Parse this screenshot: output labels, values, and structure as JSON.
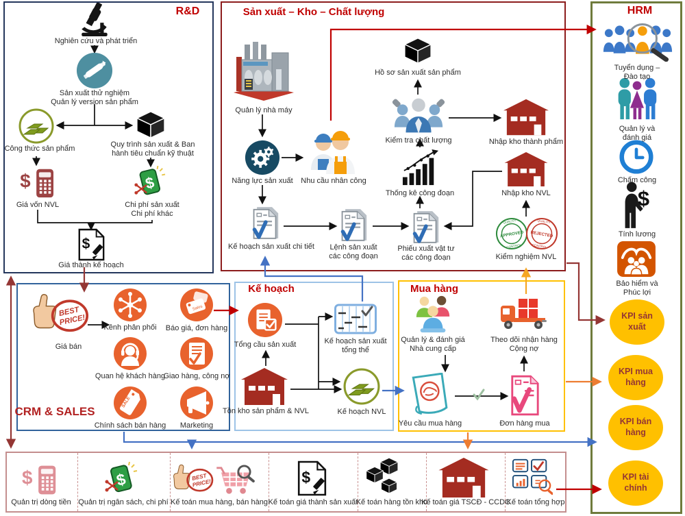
{
  "diagram": {
    "rd": {
      "title": "R&D",
      "nodes": {
        "research": "Nghiên cứu và phát triển",
        "trial": "Sản xuất thử nghiệm\nQuản lý version sản phẩm",
        "formula": "Công thức sản phẩm",
        "process": "Quy trình sản xuất & Ban\nhành tiêu chuẩn kỹ thuật",
        "material_cost": "Giá vốn NVL",
        "production_cost": "Chi phí sản xuất\nChi phí khác",
        "planned_cost": "Giá thành kế hoạch"
      }
    },
    "production": {
      "title": "Sản xuất – Kho – Chất lượng",
      "nodes": {
        "factory": "Quản lý nhà máy",
        "capacity": "Năng lực sản xuất",
        "labor": "Nhu cầu nhân công",
        "detail_plan": "Kế hoạch sản xuất chi tiết",
        "work_order": "Lệnh sản xuất\ncác công đoạn",
        "material_issue": "Phiếu xuất vật tư\ncác công đoạn",
        "stage_stats": "Thống kê công đoạn",
        "quality_check": "Kiểm tra chất lượng",
        "dossier": "Hồ sơ sản xuất sản phẩm",
        "fg_receipt": "Nhập kho thành phẩm",
        "nvl_receipt": "Nhập kho NVL",
        "nvl_test": "Kiểm nghiệm NVL"
      }
    },
    "hrm": {
      "title": "HRM",
      "items": [
        "Tuyển dụng – Đào tạo",
        "Quản lý và đánh giá",
        "Chấm công",
        "Tính lương",
        "Bảo hiểm và Phúc lợi"
      ]
    },
    "crm": {
      "title": "CRM & SALES",
      "nodes": {
        "price": "Giá bán",
        "channel": "Kênh phân phối",
        "quote": "Báo giá, đơn hàng",
        "relationship": "Quan hệ khách hàng",
        "delivery": "Giao hàng, công nợ",
        "policy": "Chính sách bán hàng",
        "marketing": "Marketing"
      }
    },
    "planning": {
      "title": "Kế hoạch",
      "nodes": {
        "demand": "Tổng cầu sản xuất",
        "master_plan": "Kế hoạch sản xuất\ntổng thể",
        "inventory": "Tồn kho sản phẩm & NVL",
        "nvl_plan": "Kế hoạch NVL"
      }
    },
    "purchasing": {
      "title": "Mua hàng",
      "nodes": {
        "supplier": "Quản lý & đánh giá\nNhà cung cấp",
        "receiving": "Theo dõi nhận hàng\nCộng nợ",
        "request": "Yêu cầu mua hàng",
        "purchase_order": "Đơn hàng mua"
      }
    },
    "kpi": {
      "items": [
        "KPI  sản\nxuất",
        "KPI  mua\nhàng",
        "KPI bán\nhàng",
        "KPI tài\nchính"
      ]
    },
    "finance": {
      "items": [
        "Quản trị dòng tiền",
        "Quản trị ngân sách, chi phí",
        "Kế toán mua hàng, bán hàng",
        "Kế toán giá thành sản xuất",
        "Kế toán hàng tồn kho",
        "Kế toán giá TSCĐ - CCDC",
        "Kế toán tổng hợp"
      ]
    }
  },
  "icons": {
    "dollar": "$",
    "equals": "=",
    "best": "BEST",
    "price": "PRICE!",
    "sale": "SALE",
    "sales": "Sales",
    "approved": "APPROVED",
    "rejected": "REJECTED",
    "quality": "QUALITY",
    "control": "CONTROL"
  },
  "colors": {
    "rd_border": "#24365C",
    "production_border": "#8C1C1C",
    "hrm_border": "#6F7B3C",
    "crm_border": "#31639C",
    "planning_border": "#9DC3E6",
    "purchasing_border": "#FFC000",
    "finance_border": "#C48E8E",
    "title_red": "#C00000",
    "kpi_fill": "#FFC000",
    "kpi_text": "#943634",
    "line_blue": "#4472C4",
    "line_orange": "#ED7D31",
    "line_maroon": "#943634"
  }
}
